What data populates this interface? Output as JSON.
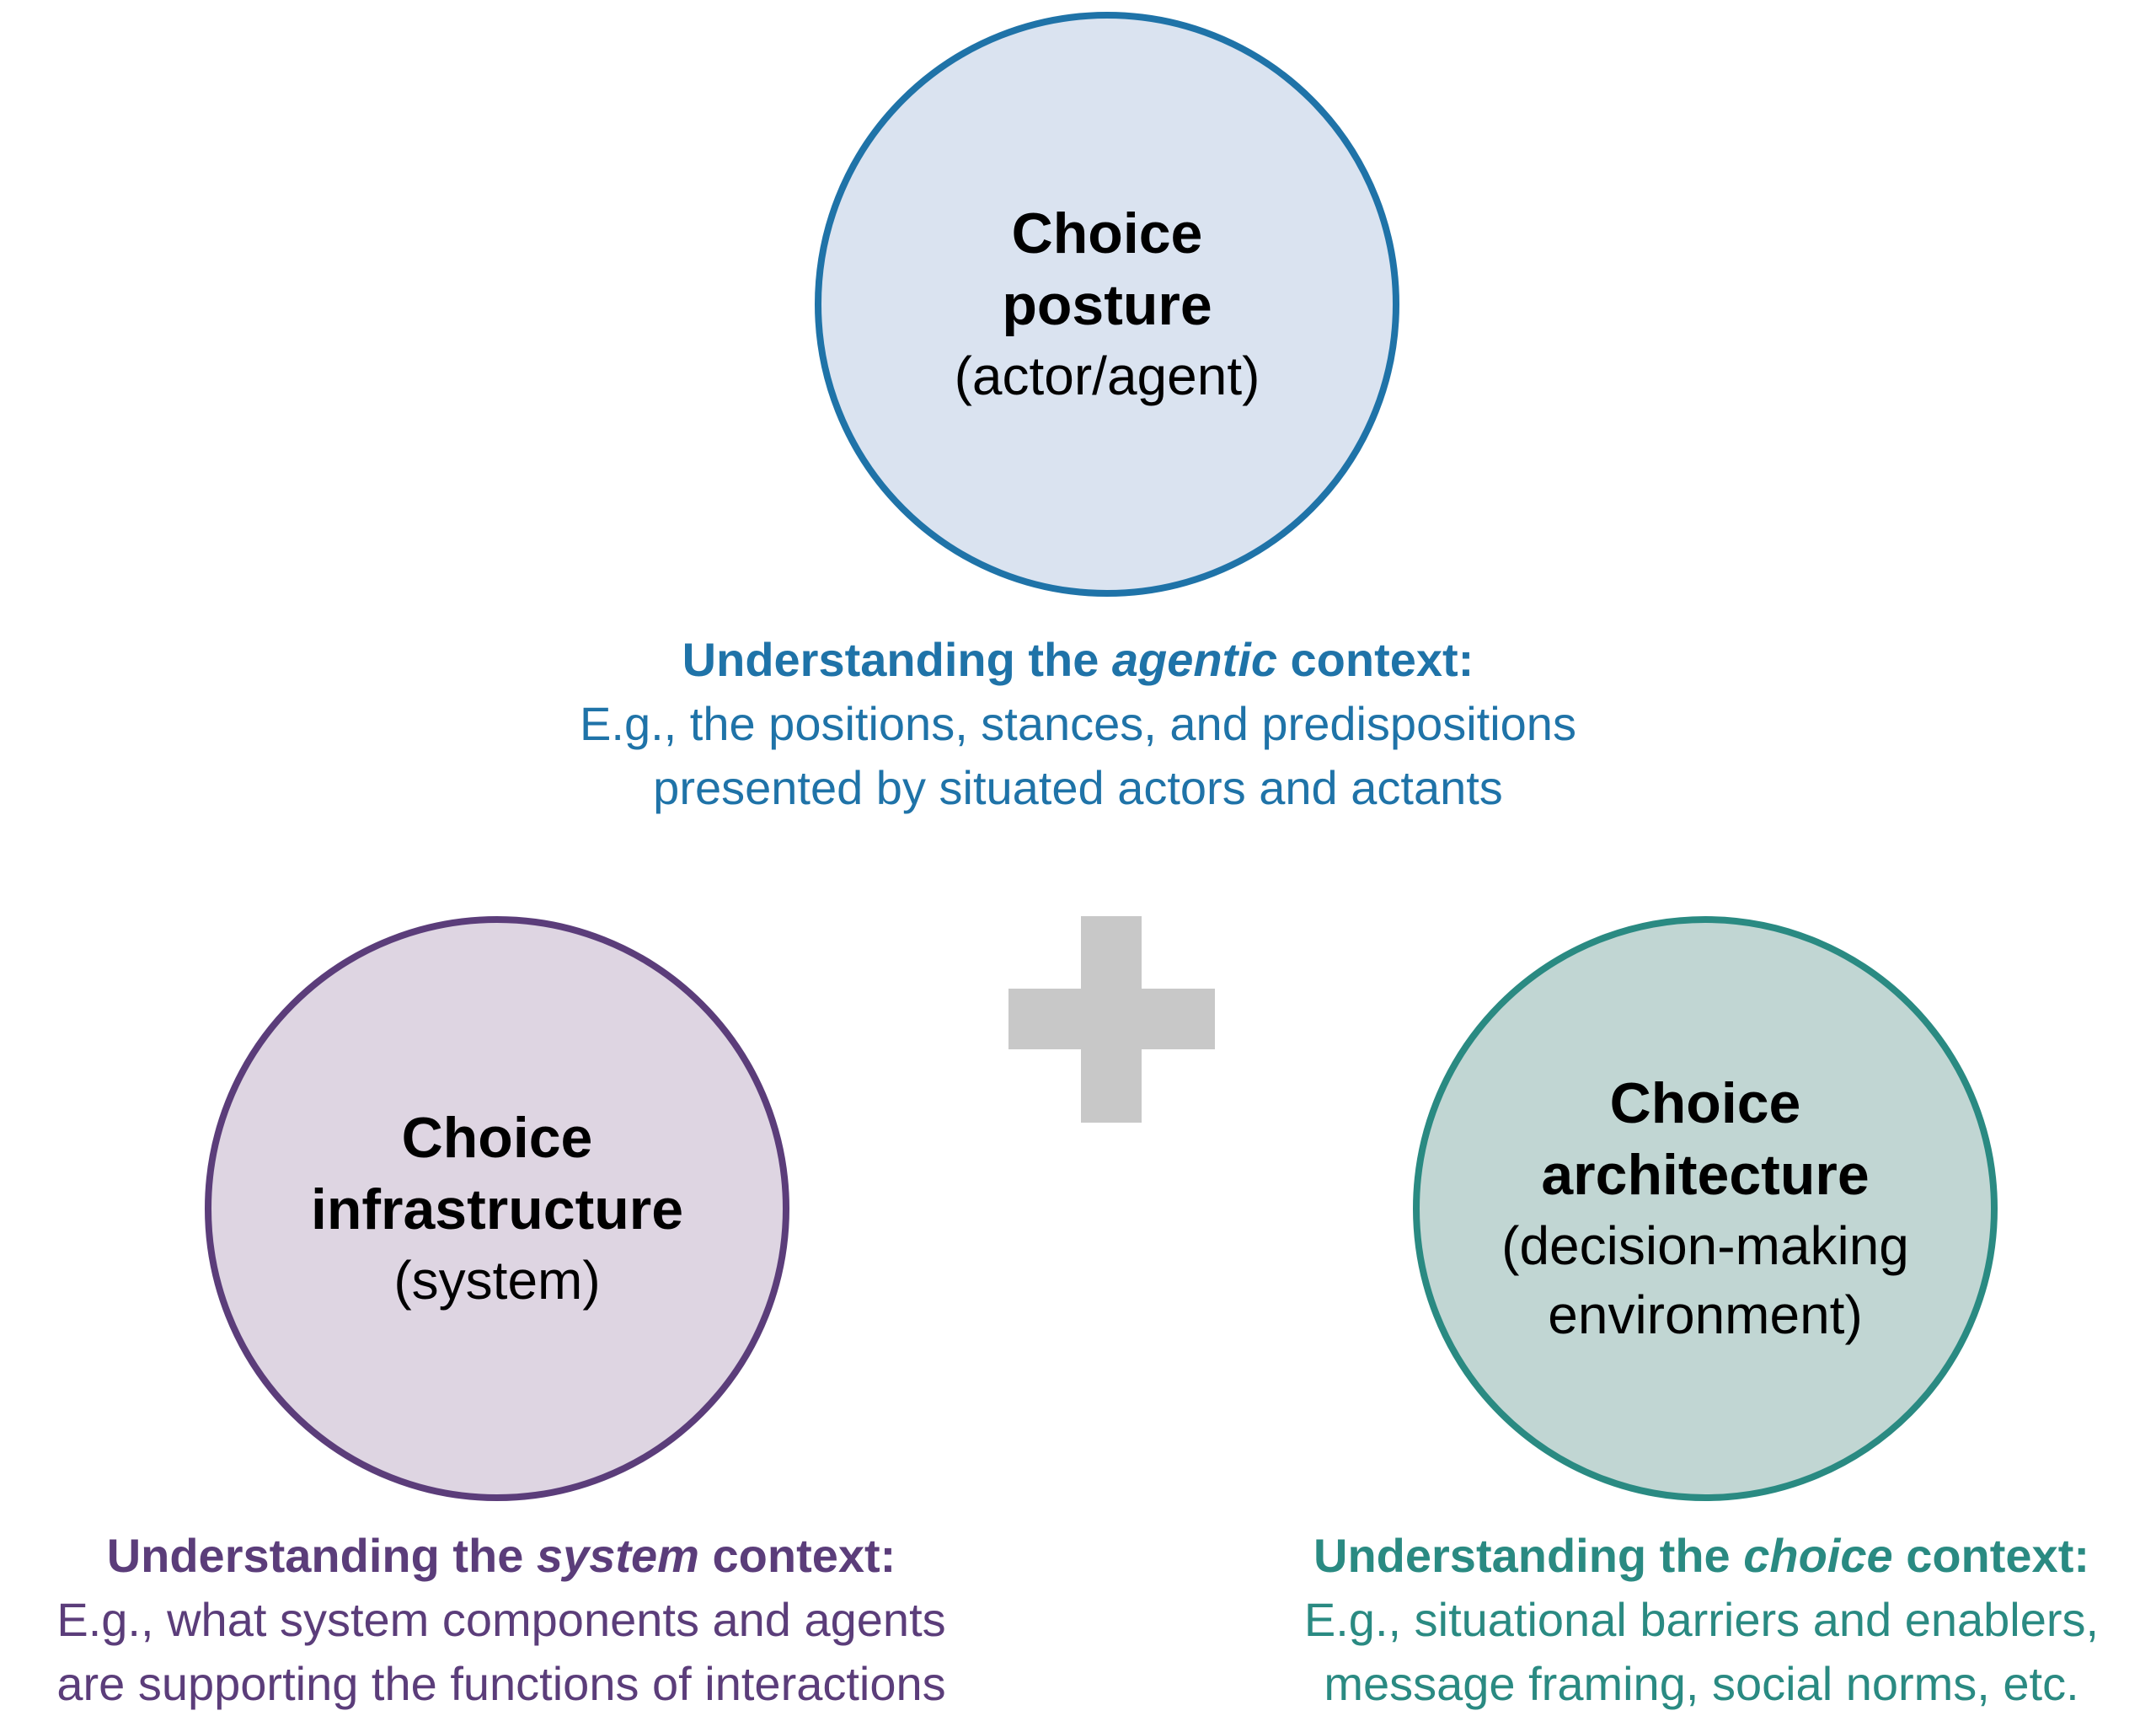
{
  "colors": {
    "posture_border": "#1f73a8",
    "posture_fill": "#dae3f0",
    "infrastructure_border": "#5b3d7a",
    "infrastructure_fill": "#ded5e2",
    "architecture_border": "#2a8a82",
    "architecture_fill": "#c1d6d3",
    "plus": "#c8c8c8"
  },
  "icons": {
    "center": "plus-icon"
  },
  "posture": {
    "title_line1": "Choice",
    "title_line2": "posture",
    "subtitle_line1": "(actor/agent)",
    "caption_pre": "Understanding the ",
    "caption_em": "agentic",
    "caption_post": " context:",
    "desc_line1": "E.g., the positions, stances, and predispositions",
    "desc_line2": "presented by situated actors and actants"
  },
  "infrastructure": {
    "title_line1": "Choice",
    "title_line2": "infrastructure",
    "subtitle_line1": "(system)",
    "caption_pre": "Understanding the ",
    "caption_em": "system",
    "caption_post": " context:",
    "desc_line1": "E.g., what system components and agents",
    "desc_line2": "are supporting the functions of interactions"
  },
  "architecture": {
    "title_line1": "Choice",
    "title_line2": "architecture",
    "subtitle_line1": "(decision-making",
    "subtitle_line2": "environment)",
    "caption_pre": "Understanding the ",
    "caption_em": "choice",
    "caption_post": " context:",
    "desc_line1": "E.g., situational barriers and enablers,",
    "desc_line2": "message framing, social norms, etc."
  }
}
